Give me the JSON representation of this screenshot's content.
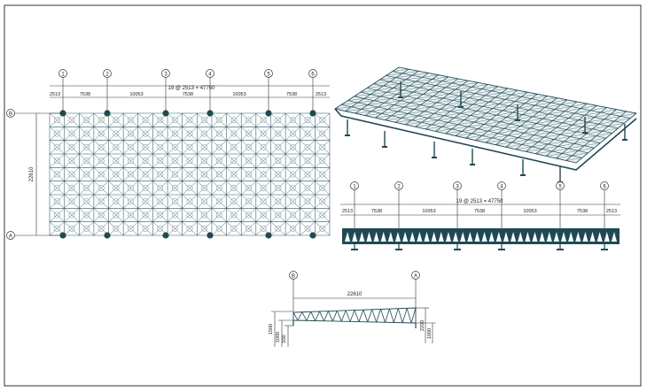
{
  "plan": {
    "axes": [
      "1",
      "2",
      "3",
      "4",
      "5",
      "6"
    ],
    "rows": [
      "B",
      "A"
    ],
    "segments": [
      "2513",
      "7538",
      "10053",
      "7538",
      "10053",
      "7538",
      "2513"
    ],
    "total": "19 @ 2513 = 47750",
    "depth": "22610"
  },
  "elevation": {
    "axes": [
      "1",
      "2",
      "3",
      "4",
      "5",
      "6"
    ],
    "segments": [
      "2513",
      "7538",
      "10053",
      "7538",
      "10053",
      "7538",
      "2513"
    ],
    "total": "19 @ 2513 = 47750"
  },
  "section": {
    "axes": [
      "B",
      "A"
    ],
    "span": "22610",
    "left_dims": [
      "1500",
      "1000",
      "500"
    ],
    "right_dims": [
      "2200",
      "1000"
    ]
  },
  "colors": {
    "steel": "#1f4a55",
    "line": "#333333"
  }
}
